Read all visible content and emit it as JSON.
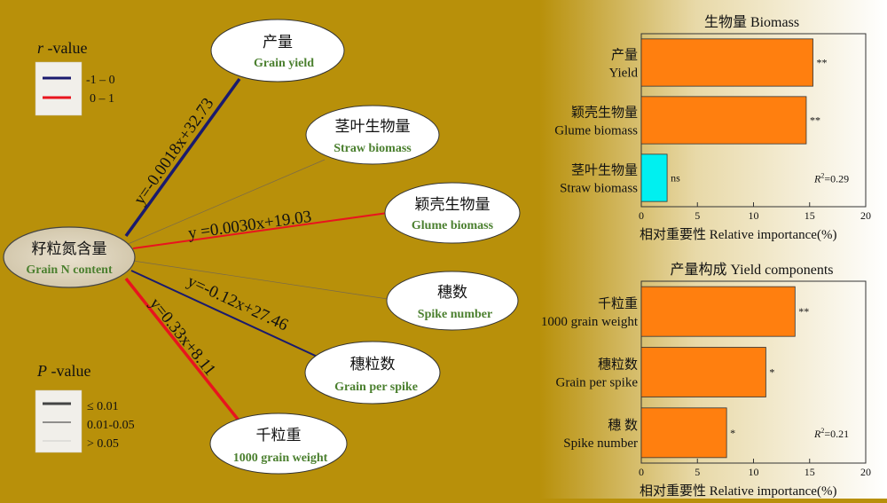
{
  "rvalue": {
    "title_var": "r",
    "title_rest": " -value",
    "items": [
      {
        "label": "-1 – 0",
        "color": "#1a1a6e"
      },
      {
        "label": "0 – 1",
        "color": "#e8141e"
      }
    ]
  },
  "pvalue": {
    "title_var": "P",
    "title_rest": " -value",
    "items": [
      {
        "label": "≤ 0.01"
      },
      {
        "label": "0.01-0.05"
      },
      {
        "label": "> 0.05"
      }
    ]
  },
  "center": {
    "cn": "籽粒氮含量",
    "en": "Grain N content"
  },
  "targets": [
    {
      "cn": "产量",
      "en": "Grain yield",
      "equation": "y=-0.0018x+32.73"
    },
    {
      "cn": "茎叶生物量",
      "en": "Straw biomass",
      "equation": ""
    },
    {
      "cn": "颖壳生物量",
      "en": "Glume biomass",
      "equation": "y =0.0030x+19.03"
    },
    {
      "cn": "穗数",
      "en": "Spike number",
      "equation": ""
    },
    {
      "cn": "穗粒数",
      "en": "Grain per spike",
      "equation": "y=-0.12x+27.46"
    },
    {
      "cn": "千粒重",
      "en": "1000 grain weight",
      "equation": "y=0.33x+8.11"
    }
  ],
  "colors": {
    "background": "#b8900a",
    "bar_orange": "#ff7f0f",
    "bar_cyan": "#00f0f0",
    "label_green": "#4a7f2e"
  },
  "chart_data": [
    {
      "type": "bar",
      "orientation": "horizontal",
      "title": "生物量  Biomass",
      "categories_cn": [
        "产量",
        "颖壳生物量",
        "茎叶生物量"
      ],
      "categories_en": [
        "Yield",
        "Glume biomass",
        "Straw biomass"
      ],
      "values": [
        15.3,
        14.7,
        2.3
      ],
      "significance": [
        "**",
        "**",
        "ns"
      ],
      "bar_colors": [
        "#ff7f0f",
        "#ff7f0f",
        "#00f0f0"
      ],
      "r2": "=0.29",
      "xlabel": "相对重要性  Relative importance(%)",
      "xlim": [
        0,
        20
      ],
      "xticks": [
        0,
        5,
        10,
        15,
        20
      ]
    },
    {
      "type": "bar",
      "orientation": "horizontal",
      "title": "产量构成  Yield components",
      "categories_cn": [
        "千粒重",
        "穗粒数",
        "穗  数"
      ],
      "categories_en": [
        "1000 grain weight",
        "Grain per spike",
        "Spike number"
      ],
      "values": [
        13.7,
        11.1,
        7.6
      ],
      "significance": [
        "**",
        "*",
        "*"
      ],
      "bar_colors": [
        "#ff7f0f",
        "#ff7f0f",
        "#ff7f0f"
      ],
      "r2": "=0.21",
      "xlabel": "相对重要性  Relative importance(%)",
      "xlim": [
        0,
        20
      ],
      "xticks": [
        0,
        5,
        10,
        15,
        20
      ]
    }
  ]
}
